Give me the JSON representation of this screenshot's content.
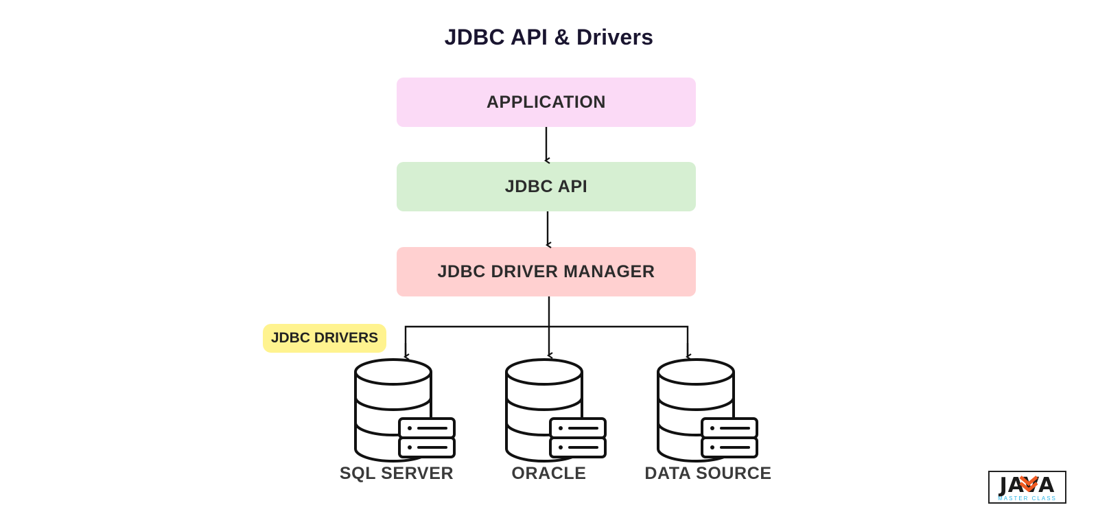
{
  "title": "JDBC API & Drivers",
  "boxes": {
    "application": "APPLICATION",
    "jdbc_api": "JDBC API",
    "driver_manager": "JDBC DRIVER MANAGER"
  },
  "drivers_tag": "JDBC DRIVERS",
  "databases": [
    "SQL SERVER",
    "ORACLE",
    "DATA SOURCE"
  ],
  "logo": {
    "text": "JAVA",
    "subtext": "MASTER CLASS"
  },
  "colors": {
    "application": "#fbdaf6",
    "jdbc_api": "#d6efd2",
    "driver_manager": "#ffd0d0",
    "drivers_tag": "#fff38f",
    "logo_accent": "#f05a22"
  },
  "icons": [
    "database-server-icon"
  ]
}
